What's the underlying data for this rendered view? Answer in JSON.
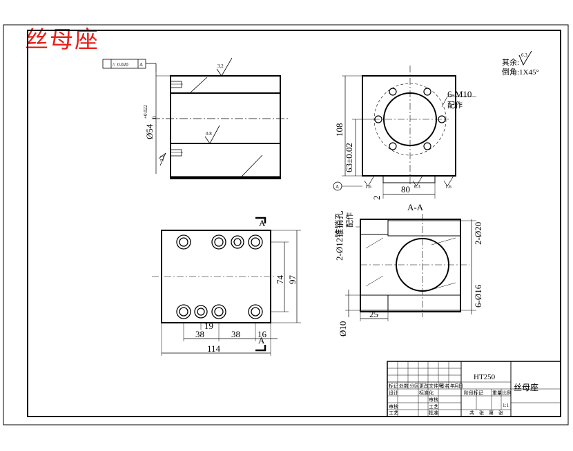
{
  "title_red": "丝母座",
  "tolerance_frame": {
    "symbol": "//",
    "value": "0.020",
    "datum": "A"
  },
  "roughness": {
    "top": "3.2",
    "bore": "0.8",
    "side": "3.2"
  },
  "left_top_view": {
    "dia_label": "Ø54",
    "tol_upper": "+0.022",
    "tol_lower": "0"
  },
  "notes": {
    "line1": "其余:",
    "line2": "倒角:1X45°",
    "other_roughness": "6.3"
  },
  "right_top_view": {
    "thread_label": "6-M10",
    "thread_note": "配作",
    "dim_108": "108",
    "dim_63": "63±0.02",
    "dim_80": "80",
    "dim_2": "2",
    "datum_A": "A",
    "rough_left": "1.6",
    "rough_mid": "6.3",
    "rough_right": "1.6"
  },
  "front_view": {
    "section_mark": "A",
    "section_mark_bottom": "A",
    "dim_74": "74",
    "dim_97": "97",
    "dim_19": "19",
    "dim_38a": "38",
    "dim_38b": "38",
    "dim_16": "16",
    "dim_114": "114"
  },
  "section_view": {
    "title": "A-A",
    "pin_hole": "2-Ø12锥销孔",
    "pin_note": "配作",
    "dia_20": "2-Ø20",
    "dia_16": "6-Ø16",
    "dia_10": "Ø10",
    "dim_25": "25"
  },
  "title_block": {
    "material": "HT250",
    "part_name": "丝母座",
    "scale": "1:1",
    "r1": [
      "标记",
      "处数",
      "分区",
      "更改文件号",
      "签名",
      "年",
      "月",
      "日"
    ],
    "designer": "设计",
    "standardize": "标准化",
    "review": "审核",
    "craft": "工艺",
    "approve": "批准",
    "stage": "阶段标记",
    "weight": "重量",
    "ratio": "比例",
    "sheets": "共　张　第　张"
  }
}
